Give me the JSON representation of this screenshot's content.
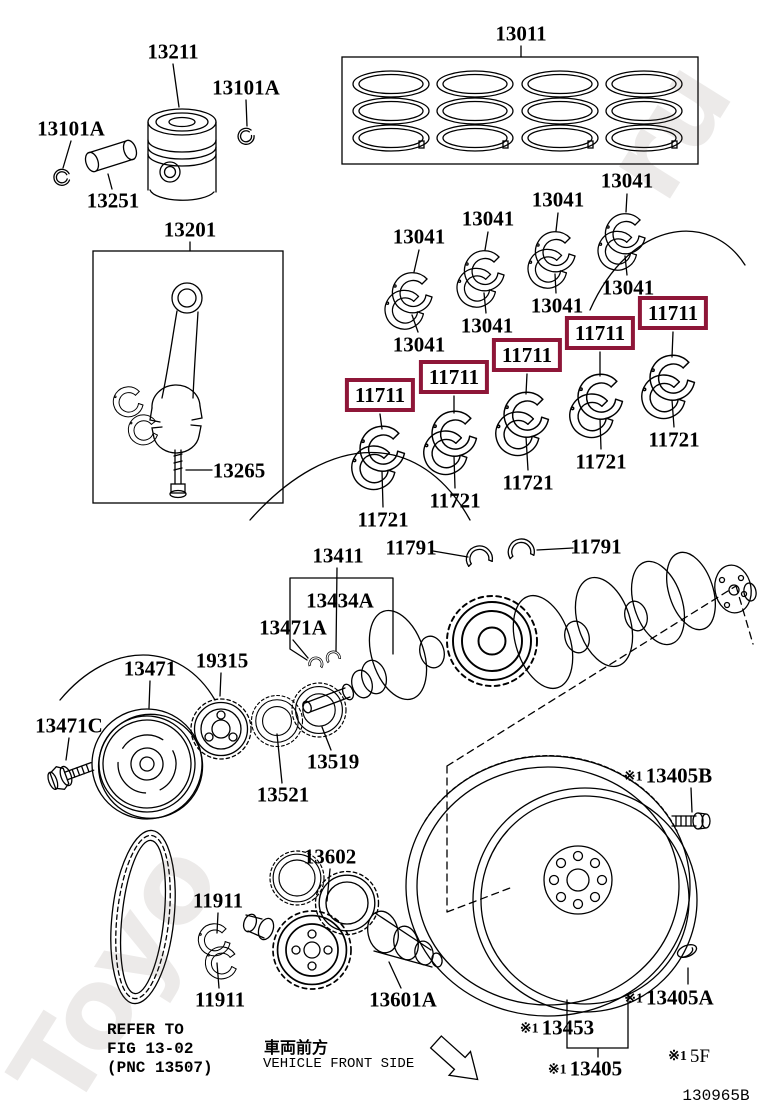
{
  "diagram": {
    "sheet_code": "130965B",
    "note_5f": "5F",
    "ref_mark": "※1",
    "vehicle_front_jp": "車両前方",
    "vehicle_front_en": "VEHICLE FRONT SIDE",
    "refer_note_line1": "REFER TO",
    "refer_note_line2": "FIG 13-02",
    "refer_note_line3": "(PNC 13507)"
  },
  "colors": {
    "background": "#ffffff",
    "line_art": "#000000",
    "highlight_box": "#8e1638",
    "watermark": "rgba(95,82,76,0.12)"
  },
  "watermark": {
    "fragment_bottom_left": "Toyo",
    "fragment_top_right": "ru"
  },
  "callouts": {
    "p13211": "13211",
    "p13101A": "13101A",
    "p13251": "13251",
    "p13201": "13201",
    "p13265": "13265",
    "p13011": "13011",
    "p13041": "13041",
    "p11711": "11711",
    "p11721": "11721",
    "p13411": "13411",
    "p13434A": "13434A",
    "p13471A": "13471A",
    "p11791": "11791",
    "p13471": "13471",
    "p19315": "19315",
    "p13471C": "13471C",
    "p13519": "13519",
    "p13521": "13521",
    "p13602": "13602",
    "p11911": "11911",
    "p13601A": "13601A",
    "p13405B": "13405B",
    "p13405A": "13405A",
    "p13453": "13453",
    "p13405": "13405"
  }
}
